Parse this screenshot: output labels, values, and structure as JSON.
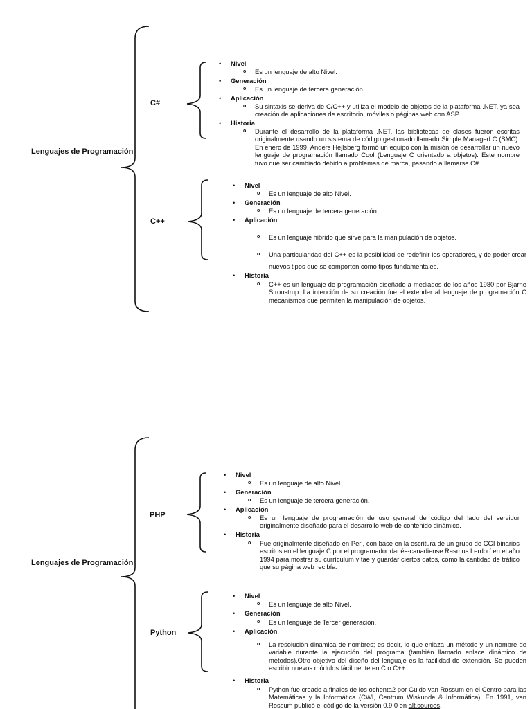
{
  "groups": [
    {
      "title": "Lenguajes de Programación",
      "sections": [
        {
          "name": "C#",
          "items": [
            {
              "heading": "Nivel",
              "paras": [
                "Es un lenguaje de alto Nivel."
              ]
            },
            {
              "heading": "Generación",
              "paras": [
                "Es un lenguaje de tercera generación."
              ]
            },
            {
              "heading": "Aplicación",
              "paras": [
                "Su sintaxis se deriva de C/C++ y utiliza el modelo de objetos de la plataforma .NET, ya sea creación de aplicaciones de escritorio, móviles o páginas web con ASP."
              ]
            },
            {
              "heading": "Historia",
              "paras": [
                "Durante el desarrollo de la plataforma .NET, las bibliotecas de clases fueron escritas originalmente usando un sistema de código gestionado llamado Simple Managed C (SMC). En enero de 1999, Anders Hejlsberg formó un equipo con la misión de desarrollar un nuevo lenguaje de programación llamado Cool (Lenguaje C orientado a objetos). Este nombre tuvo que ser cambiado debido a problemas de marca, pasando a llamarse C#"
              ]
            }
          ]
        },
        {
          "name": "C++",
          "items": [
            {
              "heading": "Nivel",
              "paras": [
                "Es un lenguaje de alto Nivel."
              ]
            },
            {
              "heading": "Generación",
              "paras": [
                "Es un lenguaje de tercera generación."
              ]
            },
            {
              "heading": "Aplicación",
              "paras": [
                " Es un lenguaje hibrido que sirve para la manipulación de objetos.",
                "Una particularidad del C++ es la posibilidad de redefinir los operadores, y de poder crear nuevos tipos que se comporten como tipos fundamentales."
              ]
            },
            {
              "heading": "Historia",
              "paras": [
                "C++ es un lenguaje de programación diseñado a mediados de los años 1980 por Bjarne Stroustrup. La intención de su creación fue el extender al lenguaje de programación C mecanismos que permiten la manipulación de objetos."
              ]
            }
          ]
        }
      ]
    },
    {
      "title": "Lenguajes de Programación",
      "sections": [
        {
          "name": "PHP",
          "items": [
            {
              "heading": "Nivel",
              "paras": [
                "Es un lenguaje de alto Nivel."
              ]
            },
            {
              "heading": "Generación",
              "paras": [
                "Es un lenguaje de tercera generación."
              ]
            },
            {
              "heading": "Aplicación",
              "paras": [
                "Es un lenguaje de programación de uso general de código del lado del servidor originalmente diseñado para el desarrollo web de contenido dinámico."
              ]
            },
            {
              "heading": "Historia",
              "paras": [
                "Fue originalmente diseñado en Perl, con base en la escritura de un grupo de CGI binarios escritos en el lenguaje C por el programador danés-canadiense Rasmus Lerdorf en el año 1994 para mostrar su currículum vítae y guardar ciertos datos, como la cantidad de tráfico que su página web recibía."
              ]
            }
          ]
        },
        {
          "name": "Python",
          "items": [
            {
              "heading": "Nivel",
              "paras": [
                "Es un lenguaje de alto Nivel."
              ]
            },
            {
              "heading": "Generación",
              "paras": [
                "Es un lenguaje de Tercer  generación."
              ]
            },
            {
              "heading": "Aplicación",
              "paras": [
                "La resolución dinámica de nombres; es decir, lo que enlaza un método y un nombre de variable durante la ejecución del programa (también llamado enlace dinámico de métodos).Otro objetivo del diseño del lenguaje es la facilidad de extensión. Se pueden escribir nuevos módulos fácilmente en C o C++."
              ]
            },
            {
              "heading": "Historia",
              "paras": [
                "Python fue creado a finales de los ochenta2 por Guido van Rossum en el Centro para las Matemáticas y la Informática (CWI, Centrum Wiskunde & Informática), En 1991, van Rossum publicó el código de la versión 0.9.0 en "
              ],
              "link": "alt.sources",
              "link_suffix": "."
            }
          ]
        }
      ]
    }
  ]
}
